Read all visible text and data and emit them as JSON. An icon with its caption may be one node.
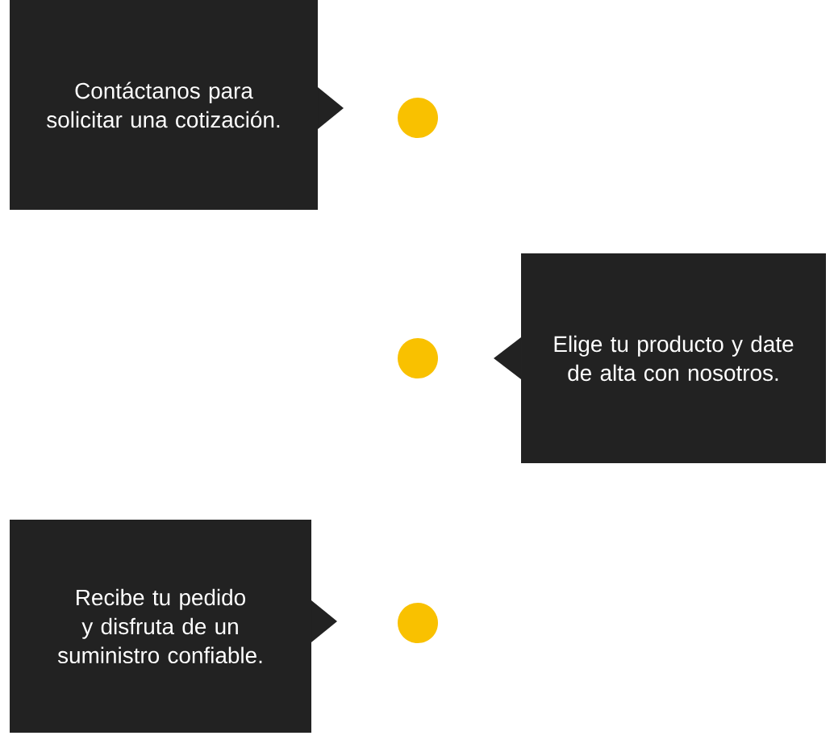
{
  "diagram": {
    "nodes": [
      {
        "text": [
          "Contáctanos para solicitar una cotización."
        ]
      },
      {
        "text": [],
        "shape": "circle"
      },
      {
        "text": [],
        "shape": "circle"
      },
      {
        "text": [
          "Elige tu producto y date de alta con nosotros."
        ]
      },
      {
        "text": [
          "Recibe tu pedido y disfruta de un suministro confiable."
        ]
      },
      {
        "text": [],
        "shape": "circle"
      }
    ]
  }
}
